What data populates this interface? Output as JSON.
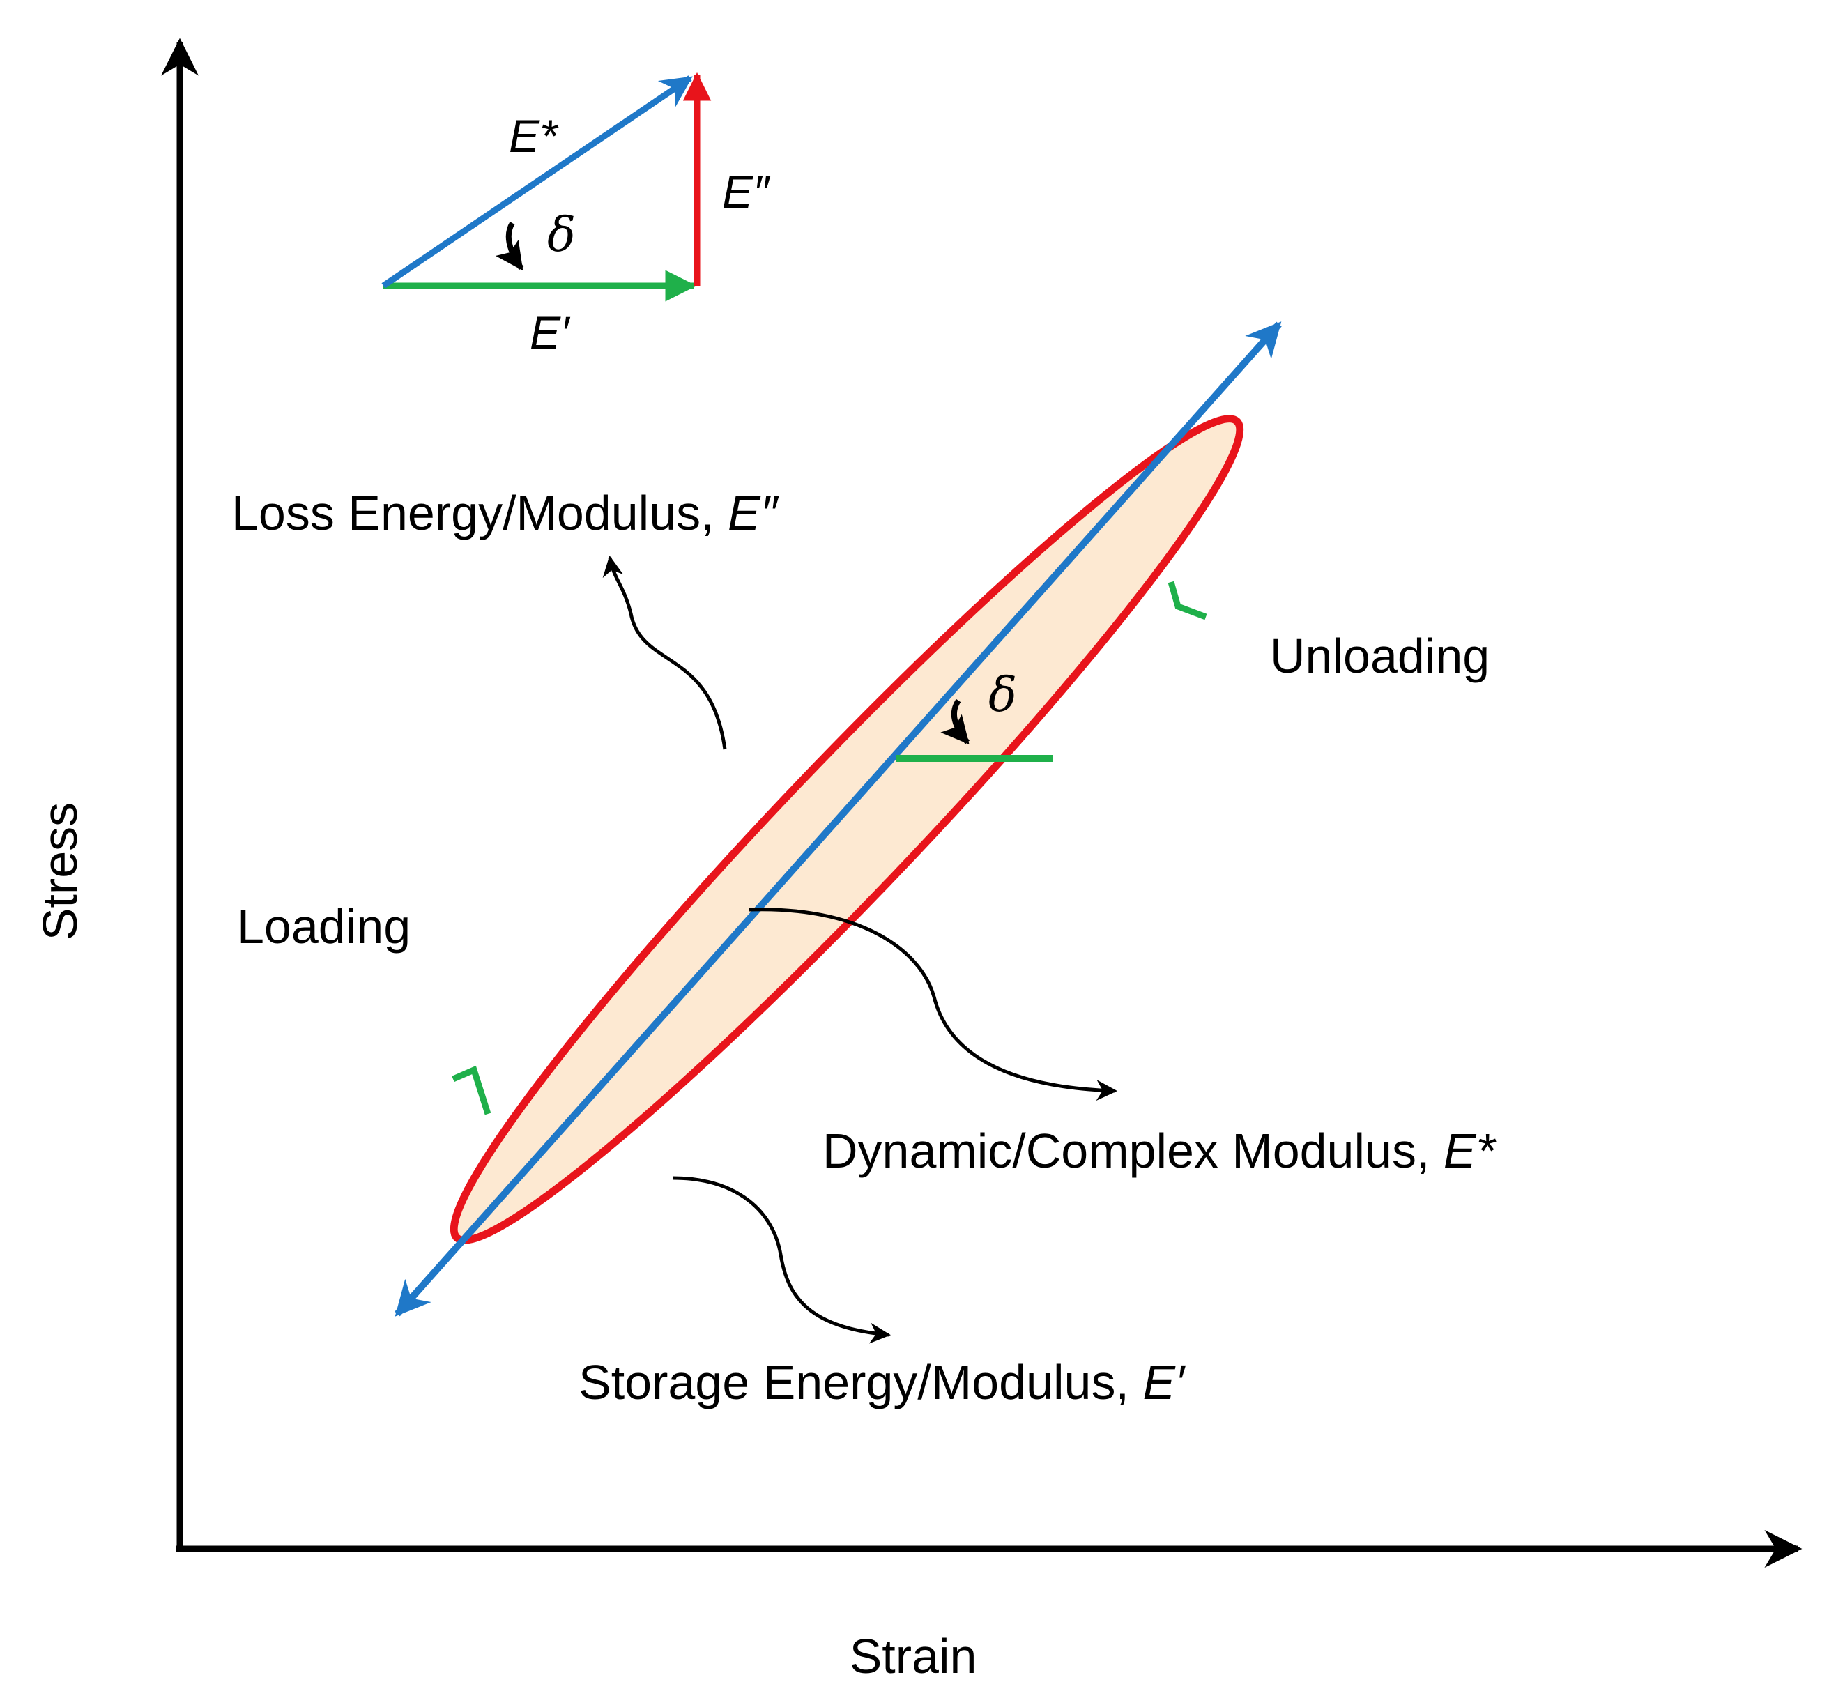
{
  "axes": {
    "x_label": "Strain",
    "y_label": "Stress"
  },
  "vector_triangle": {
    "complex_label": "E*",
    "loss_label": "E″",
    "storage_label": "E′",
    "angle_label": "δ"
  },
  "loop": {
    "angle_label": "δ",
    "loading_label": "Loading",
    "unloading_label": "Unloading"
  },
  "annotations": {
    "loss": {
      "text": "Loss Energy/Modulus, ",
      "symbol": "E″"
    },
    "complex": {
      "text": "Dynamic/Complex Modulus, ",
      "symbol": "E*"
    },
    "storage": {
      "text": "Storage Energy/Modulus, ",
      "symbol": "E′"
    }
  },
  "colors": {
    "complex_vector": "#1f78c8",
    "loss_vector": "#e8141b",
    "storage_vector": "#1fb04a",
    "loop_outline": "#e8141b",
    "loop_fill": "#fde9d2",
    "axes": "#000000"
  }
}
